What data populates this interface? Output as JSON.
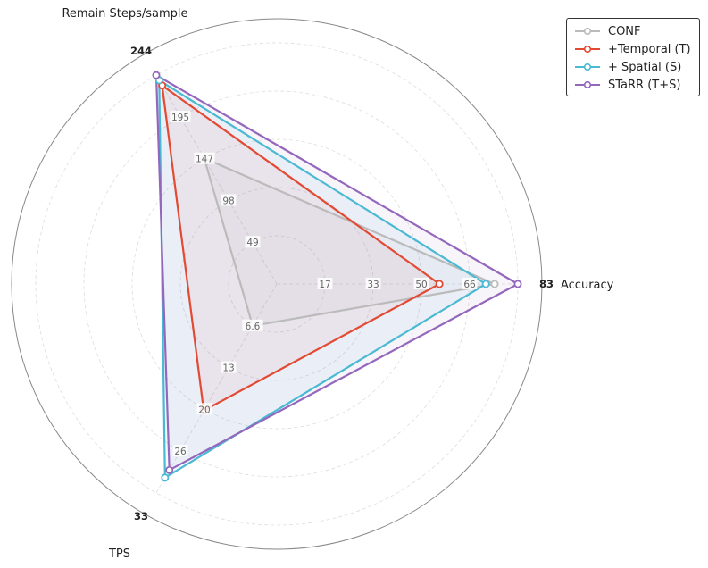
{
  "chart_data": {
    "type": "radar",
    "axes": [
      {
        "label": "Accuracy",
        "max": 83,
        "max_label": "83",
        "ticks": [
          "17",
          "33",
          "50",
          "66"
        ]
      },
      {
        "label": "Remain Steps/sample",
        "max": 244,
        "max_label": "244",
        "ticks": [
          "49",
          "98",
          "147",
          "195"
        ]
      },
      {
        "label": "TPS",
        "max": 33,
        "max_label": "33",
        "ticks": [
          "6.6",
          "13",
          "20",
          "26"
        ]
      }
    ],
    "series": [
      {
        "name": "CONF",
        "color": "#bbbbbb",
        "values": [
          75,
          147,
          6.6
        ]
      },
      {
        "name": "+Temporal (T)",
        "color": "#e24a33",
        "values": [
          56,
          232,
          20
        ]
      },
      {
        "name": "+ Spatial (S)",
        "color": "#4ab9d2",
        "values": [
          72,
          238,
          30.6
        ]
      },
      {
        "name": "STaRR (T+S)",
        "color": "#9467bd",
        "values": [
          83,
          244,
          29.4
        ]
      }
    ],
    "grid": true,
    "legend": "top-right"
  }
}
